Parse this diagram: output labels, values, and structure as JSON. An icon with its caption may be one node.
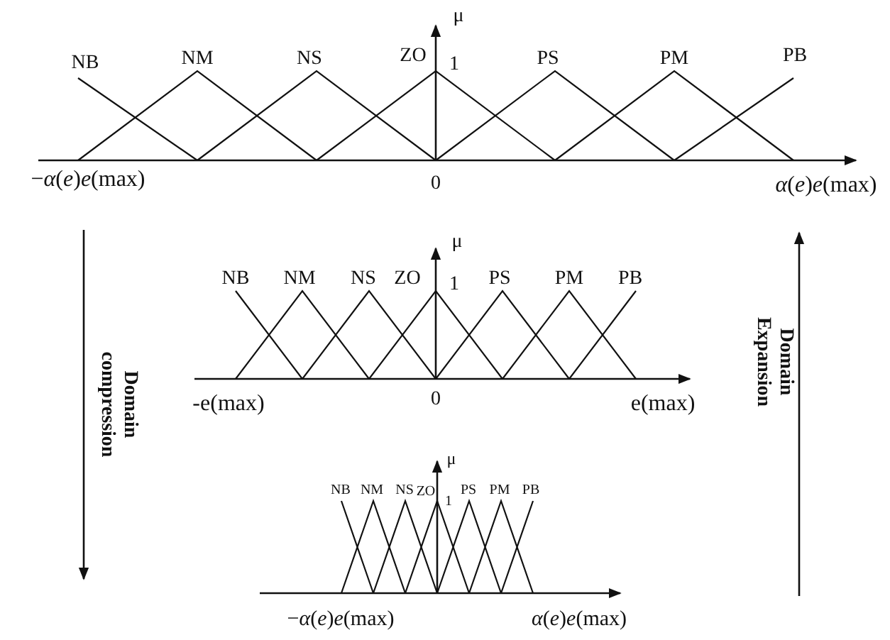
{
  "diagram": {
    "labels": [
      "μ",
      "NB",
      "NM",
      "NS",
      "ZO",
      "1",
      "PS",
      "PM",
      "PB",
      "−*α*(*e*)*e*(max)",
      "0",
      "*α*(*e*)*e*(max)",
      "μ",
      "NB",
      "NM",
      "NS",
      "ZO",
      "1",
      "PS",
      "PM",
      "PB",
      "-e(max)",
      "0",
      "e(max)",
      "Domain compression",
      "Domain Expansion",
      "μ",
      "NB",
      "NM",
      "NS",
      "ZO",
      "1",
      "PS",
      "PM",
      "PB",
      "−*α*(*e*)*e*(max)",
      "*α*(*e*)*e*(max)"
    ]
  }
}
